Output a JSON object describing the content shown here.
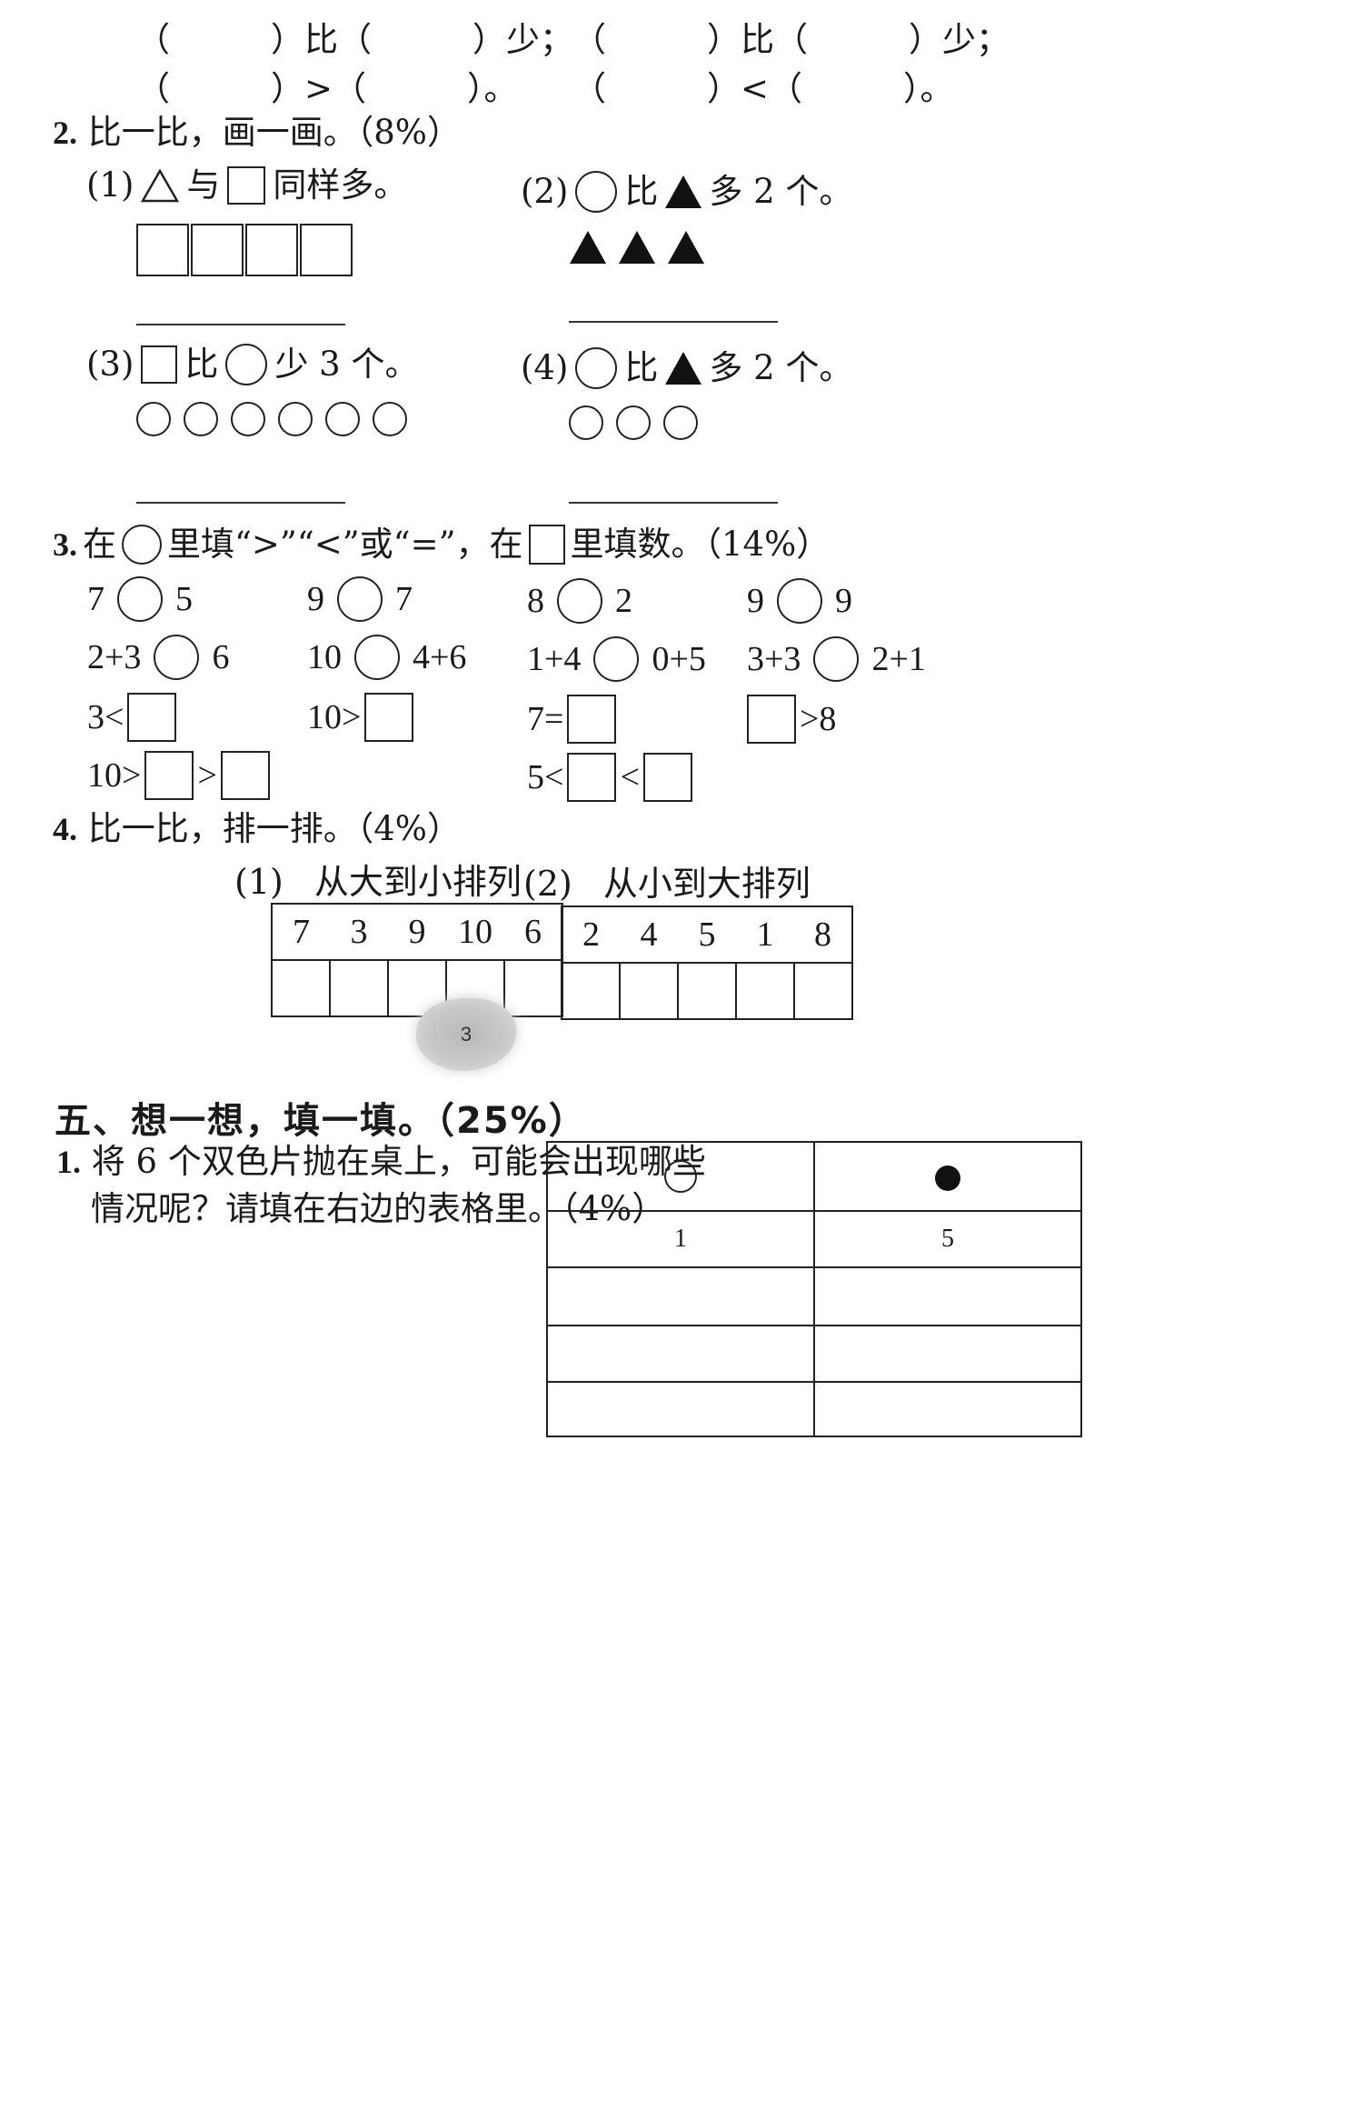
{
  "top_rows": {
    "left_1": "（　　　）比（　　　）少；",
    "left_2": "（　　　）>（　　　）。",
    "right_1": "（　　　）比（　　　）少；",
    "right_2": "（　　　）<（　　　）。"
  },
  "q2": {
    "num": "2.",
    "title": "比一比，画一画。（8%）",
    "p1": {
      "label": "(1)",
      "mid": "与",
      "tail": "同样多。",
      "count": 4
    },
    "p2": {
      "label": "(2)",
      "mid": "比",
      "tail": "多 2 个。",
      "count": 3
    },
    "p3": {
      "label": "(3)",
      "mid": "比",
      "tail": "少 3 个。",
      "count": 6
    },
    "p4": {
      "label": "(4)",
      "mid": "比",
      "tail": "多 2 个。",
      "count": 3
    }
  },
  "q3": {
    "num": "3.",
    "title_a": "在",
    "title_b": "里填“>”“<”或“=”，在",
    "title_c": "里填数。（14%）",
    "row1": [
      {
        "l": "7",
        "r": "5"
      },
      {
        "l": "9",
        "r": "7"
      },
      {
        "l": "8",
        "r": "2"
      },
      {
        "l": "9",
        "r": "9"
      }
    ],
    "row2": [
      {
        "l": "2+3",
        "r": "6"
      },
      {
        "l": "10",
        "r": "4+6"
      },
      {
        "l": "1+4",
        "r": "0+5"
      },
      {
        "l": "3+3",
        "r": "2+1"
      }
    ],
    "row3": [
      {
        "pre": "3<",
        "post": ""
      },
      {
        "pre": "10>",
        "post": ""
      },
      {
        "pre": "7=",
        "post": ""
      },
      {
        "pre": "",
        "post": ">8"
      }
    ],
    "row4": [
      {
        "pre": "10>",
        "mid": ">"
      },
      {
        "pre": "5<",
        "mid": "<"
      }
    ]
  },
  "q4": {
    "num": "4.",
    "title": "比一比，排一排。（4%）",
    "left": {
      "label": "(1)",
      "caption": "从大到小排列",
      "numbers": [
        "7",
        "3",
        "9",
        "10",
        "6"
      ]
    },
    "right": {
      "label": "(2)",
      "caption": "从小到大排列",
      "numbers": [
        "2",
        "4",
        "5",
        "1",
        "8"
      ]
    }
  },
  "page_number": "3",
  "section5": {
    "heading": "五、想一想，填一填。（25%）",
    "q1_num": "1.",
    "q1_line1": "将 6 个双色片抛在桌上，可能会出现哪些",
    "q1_line2": "情况呢？请填在右边的表格里。（4%）",
    "table": {
      "row1": [
        "1",
        "5"
      ]
    }
  }
}
